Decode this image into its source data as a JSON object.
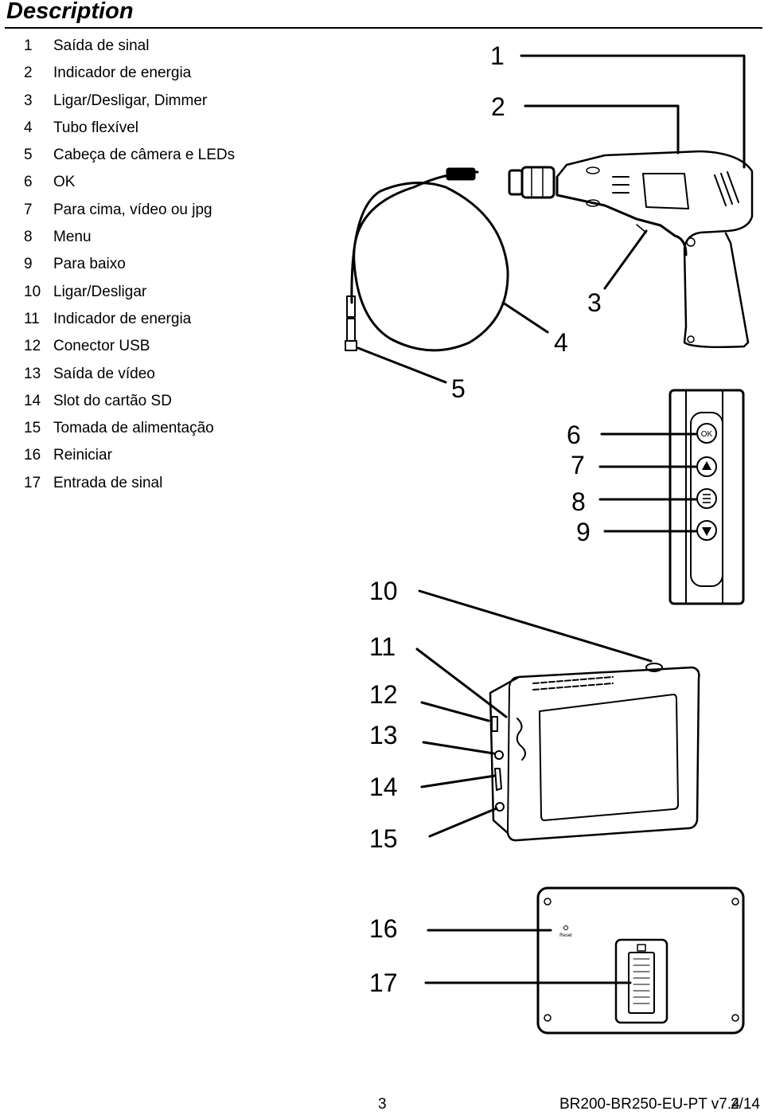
{
  "header": {
    "title": "Description"
  },
  "parts": [
    {
      "num": "1",
      "label": "Saída de sinal"
    },
    {
      "num": "2",
      "label": "Indicador de energia"
    },
    {
      "num": "3",
      "label": "Ligar/Desligar, Dimmer"
    },
    {
      "num": "4",
      "label": "Tubo flexível"
    },
    {
      "num": "5",
      "label": "Cabeça de câmera e LEDs"
    },
    {
      "num": "6",
      "label": "OK"
    },
    {
      "num": "7",
      "label": "Para cima, vídeo ou jpg"
    },
    {
      "num": "8",
      "label": "Menu"
    },
    {
      "num": "9",
      "label": "Para baixo"
    },
    {
      "num": "10",
      "label": "Ligar/Desligar"
    },
    {
      "num": "11",
      "label": "Indicador de energia"
    },
    {
      "num": "12",
      "label": "Conector USB"
    },
    {
      "num": "13",
      "label": "Saída de vídeo"
    },
    {
      "num": "14",
      "label": "Slot do cartão SD"
    },
    {
      "num": "15",
      "label": "Tomada de alimentação"
    },
    {
      "num": "16",
      "label": "Reiniciar"
    },
    {
      "num": "17",
      "label": "Entrada de sinal"
    }
  ],
  "figure": {
    "ok_label": "OK",
    "reset_label": "Reset"
  },
  "footer": {
    "page_number": "3",
    "doc_id": "BR200-BR250-EU-PT v7.4",
    "page_count": "2/14"
  }
}
